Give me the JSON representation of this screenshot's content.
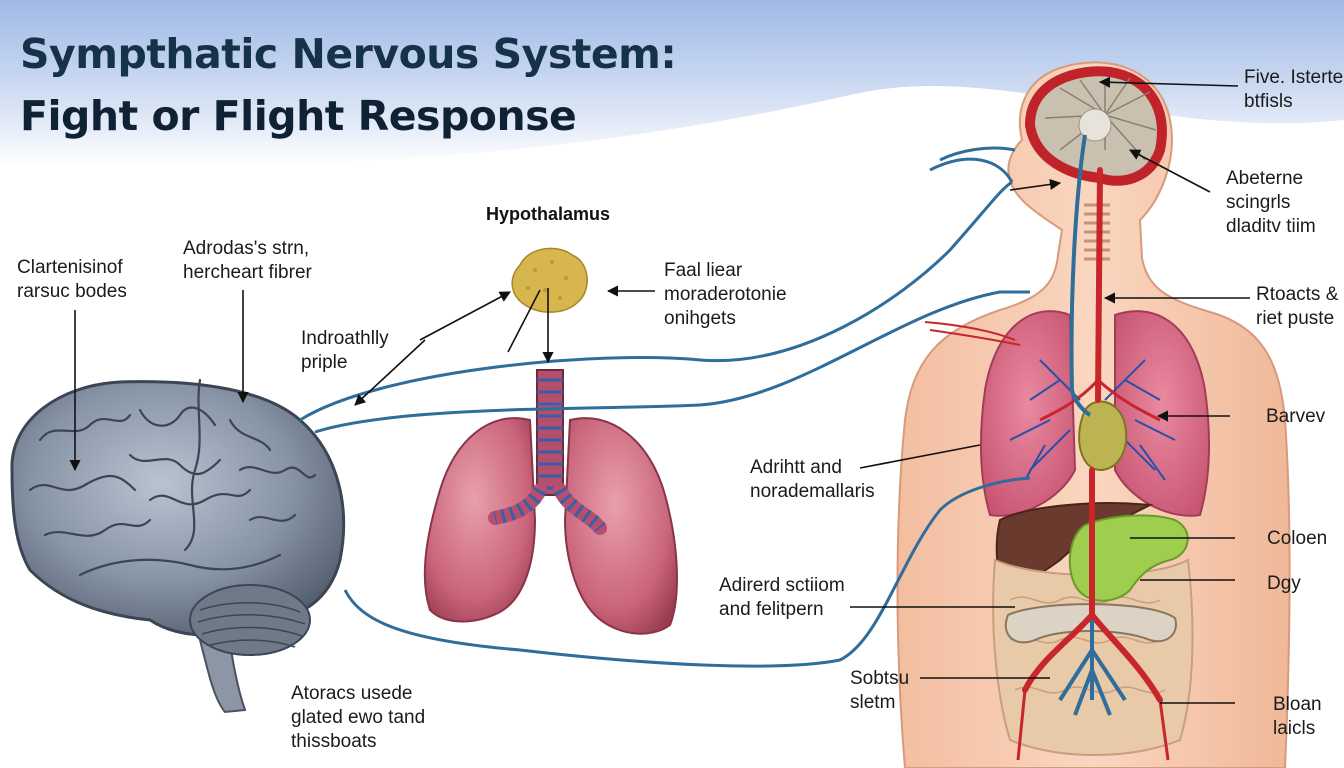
{
  "title": {
    "line1": "Sympthatic Nervous System:",
    "line2": "Fight or Flight Response"
  },
  "hypothalamus_label": "Hypothalamus",
  "labels": {
    "clartenisinof": [
      "Clartenisinof",
      "rarsuc bodes"
    ],
    "adrodas": [
      "Adrodas's strn,",
      "hercheart fibrer"
    ],
    "indroathlly": [
      "Indroathlly",
      "priple"
    ],
    "faal_liear": [
      "Faal liear",
      "moraderotonie",
      "onihgets"
    ],
    "atoracs": [
      "Atoracs usede",
      "glated ewo tand",
      "thissboats"
    ],
    "five_isterte": [
      "Five. Isterte",
      "btfisls"
    ],
    "abeterne": [
      "Abeterne",
      "scingrls",
      "dladitv tiim"
    ],
    "rtoacts": [
      "Rtoacts &",
      "riet puste"
    ],
    "barvev": [
      "Barvev"
    ],
    "adrihtt": [
      "Adrihtt and",
      "norademallaris"
    ],
    "coloen": [
      "Coloen"
    ],
    "adirerd": [
      "Adirerd sctiiom",
      "and felitpern"
    ],
    "dgy": [
      "Dgy"
    ],
    "sobtsu": [
      "Sobtsu",
      "sletm"
    ],
    "bloan": [
      "Bloan",
      "laicls"
    ]
  },
  "colors": {
    "nerve": "#2f6d9a",
    "artery": "#c8262a",
    "lung": "#d9728a",
    "skin": "#f6c9ad",
    "brain": "#7b8a9c",
    "sky": "#b8cce9"
  }
}
